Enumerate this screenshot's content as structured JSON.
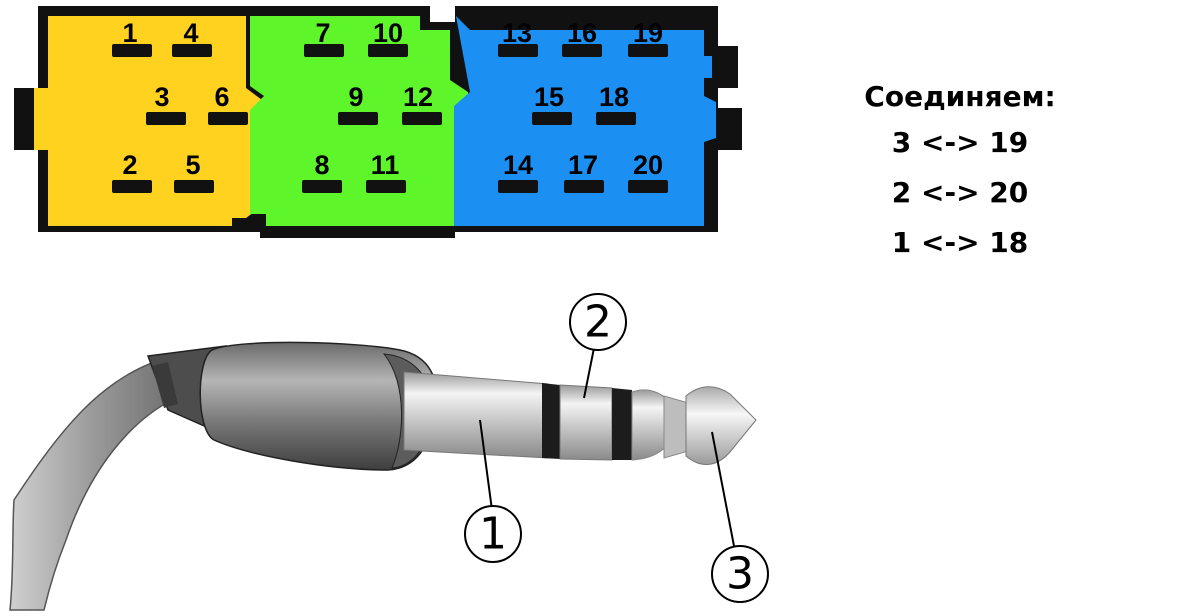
{
  "connector": {
    "sections": [
      {
        "name": "yellow",
        "color": "#FFD21F"
      },
      {
        "name": "green",
        "color": "#5EF52B"
      },
      {
        "name": "blue",
        "color": "#1C90F2"
      }
    ],
    "outline_color": "#111111",
    "pins": [
      "1",
      "4",
      "3",
      "6",
      "2",
      "5",
      "7",
      "10",
      "9",
      "12",
      "8",
      "11",
      "13",
      "16",
      "19",
      "15",
      "18",
      "14",
      "17",
      "20"
    ]
  },
  "legend": {
    "title": "Соединяем:",
    "rows": [
      "3 <-> 19",
      "2 <-> 20",
      "1 <-> 18"
    ]
  },
  "jack": {
    "callouts": [
      "1",
      "2",
      "3"
    ]
  }
}
